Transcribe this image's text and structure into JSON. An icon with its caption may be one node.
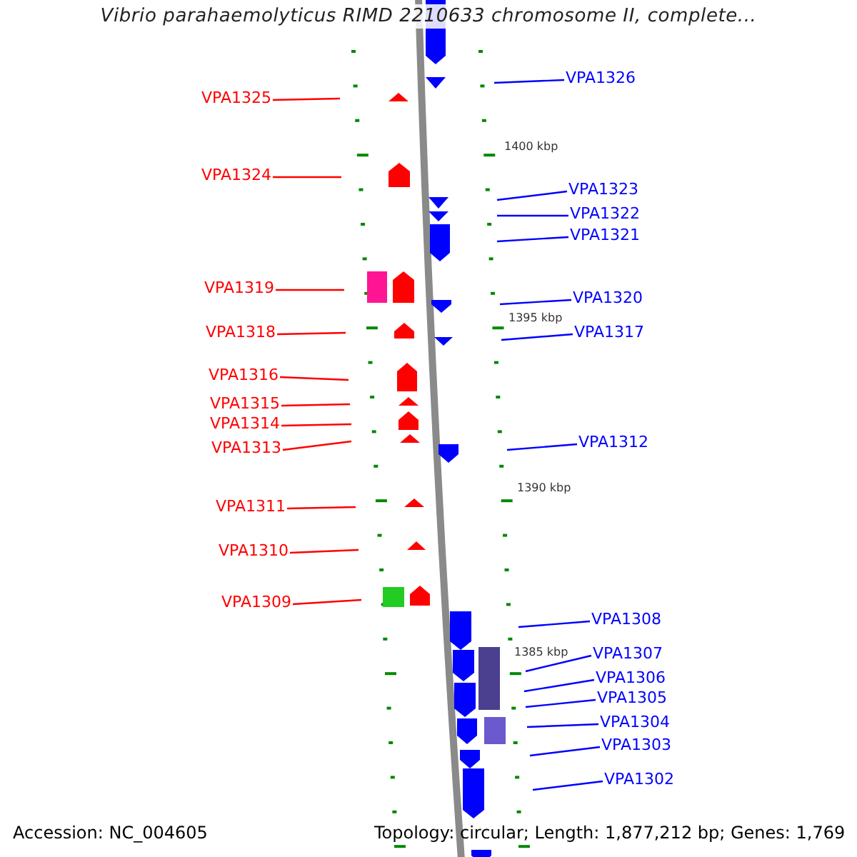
{
  "diagram": {
    "title": "Vibrio parahaemolyticus RIMD 2210633 chromosome II, complete...",
    "nodes": [
      {
        "text": [
          "VPA1326"
        ]
      },
      {
        "text": [
          "VPA1325"
        ]
      },
      {
        "text": [
          "VPA1324"
        ]
      },
      {
        "text": [
          "VPA1323"
        ]
      },
      {
        "text": [
          "VPA1322"
        ]
      },
      {
        "text": [
          "VPA1321"
        ]
      },
      {
        "text": [
          "VPA1319"
        ]
      },
      {
        "text": [
          "VPA1320"
        ]
      },
      {
        "text": [
          "VPA1318"
        ]
      },
      {
        "text": [
          "VPA1317"
        ]
      },
      {
        "text": [
          "VPA1316"
        ]
      },
      {
        "text": [
          "VPA1315"
        ]
      },
      {
        "text": [
          "VPA1314"
        ]
      },
      {
        "text": [
          "VPA1313"
        ]
      },
      {
        "text": [
          "VPA1312"
        ]
      },
      {
        "text": [
          "VPA1311"
        ]
      },
      {
        "text": [
          "VPA1310"
        ]
      },
      {
        "text": [
          "VPA1309"
        ]
      },
      {
        "text": [
          "VPA1308"
        ]
      },
      {
        "text": [
          "VPA1307"
        ]
      },
      {
        "text": [
          "VPA1306"
        ]
      },
      {
        "text": [
          "VPA1305"
        ]
      },
      {
        "text": [
          "VPA1304"
        ]
      },
      {
        "text": [
          "VPA1303"
        ]
      },
      {
        "text": [
          "VPA1302"
        ]
      }
    ],
    "edges": [
      {
        "from": 0,
        "to": null,
        "arrow": "none",
        "color": "#0000ff"
      },
      {
        "from": 1,
        "to": null,
        "arrow": "none",
        "color": "#ff0000"
      },
      {
        "from": 2,
        "to": null,
        "arrow": "none",
        "color": "#ff0000"
      },
      {
        "from": 3,
        "to": null,
        "arrow": "none",
        "color": "#0000ff"
      },
      {
        "from": 4,
        "to": null,
        "arrow": "none",
        "color": "#0000ff"
      },
      {
        "from": 5,
        "to": null,
        "arrow": "none",
        "color": "#0000ff"
      },
      {
        "from": 6,
        "to": null,
        "arrow": "none",
        "color": "#ff0000"
      },
      {
        "from": 7,
        "to": null,
        "arrow": "none",
        "color": "#0000ff"
      },
      {
        "from": 8,
        "to": null,
        "arrow": "none",
        "color": "#ff0000"
      },
      {
        "from": 9,
        "to": null,
        "arrow": "none",
        "color": "#0000ff"
      },
      {
        "from": 10,
        "to": null,
        "arrow": "none",
        "color": "#ff0000"
      },
      {
        "from": 11,
        "to": null,
        "arrow": "none",
        "color": "#ff0000"
      },
      {
        "from": 12,
        "to": null,
        "arrow": "none",
        "color": "#ff0000"
      },
      {
        "from": 13,
        "to": null,
        "arrow": "none",
        "color": "#ff0000"
      },
      {
        "from": 14,
        "to": null,
        "arrow": "none",
        "color": "#0000ff"
      },
      {
        "from": 15,
        "to": null,
        "arrow": "none",
        "color": "#ff0000"
      },
      {
        "from": 16,
        "to": null,
        "arrow": "none",
        "color": "#ff0000"
      },
      {
        "from": 17,
        "to": null,
        "arrow": "none",
        "color": "#ff0000"
      },
      {
        "from": 18,
        "to": null,
        "arrow": "none",
        "color": "#0000ff"
      },
      {
        "from": 19,
        "to": null,
        "arrow": "none",
        "color": "#0000ff"
      },
      {
        "from": 20,
        "to": null,
        "arrow": "none",
        "color": "#0000ff"
      },
      {
        "from": 21,
        "to": null,
        "arrow": "none",
        "color": "#0000ff"
      },
      {
        "from": 22,
        "to": null,
        "arrow": "none",
        "color": "#0000ff"
      },
      {
        "from": 23,
        "to": null,
        "arrow": "none",
        "color": "#0000ff"
      },
      {
        "from": 24,
        "to": null,
        "arrow": "none",
        "color": "#0000ff"
      }
    ],
    "labels": [
      "1400 kbp",
      "1395 kbp",
      "1390 kbp",
      "1385 kbp",
      "Accession: NC_004605",
      "Topology: circular; Length: 1,877,212 bp; Genes: 1,769"
    ]
  }
}
